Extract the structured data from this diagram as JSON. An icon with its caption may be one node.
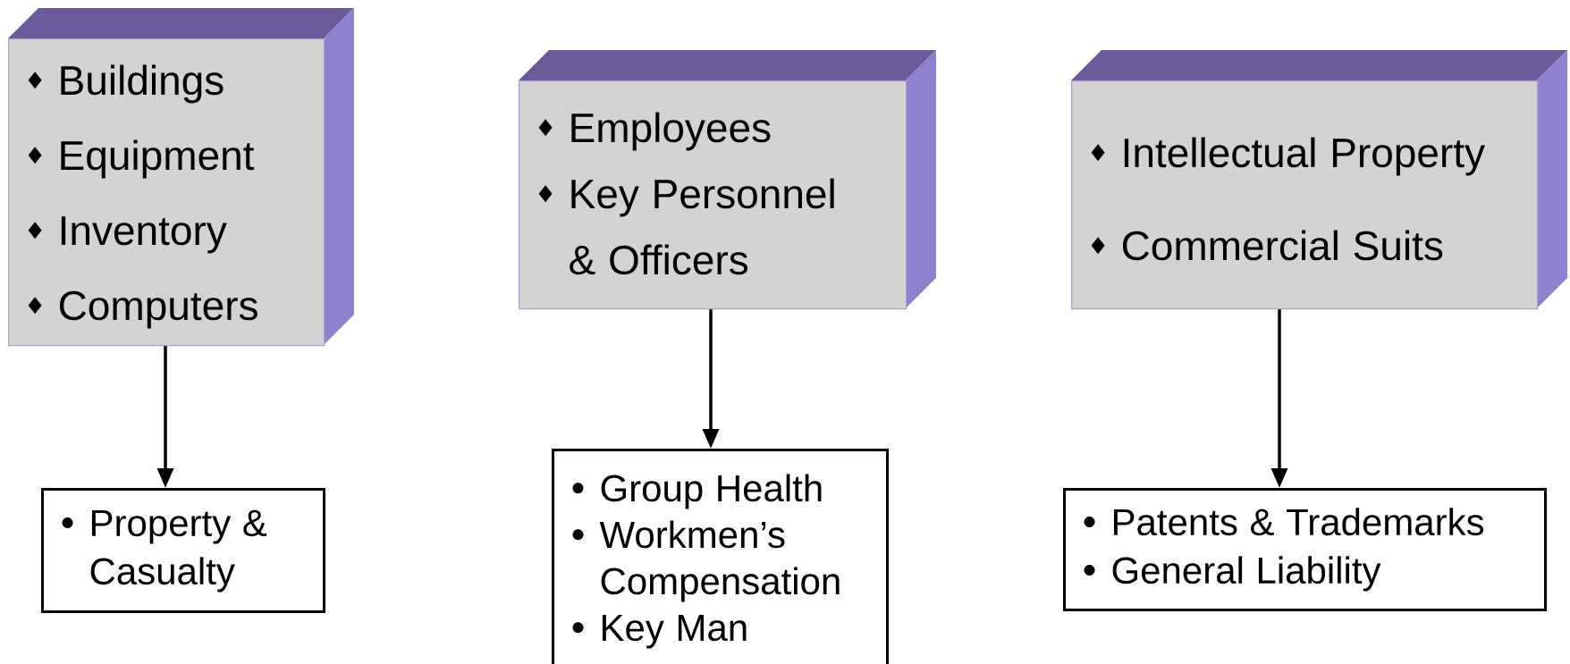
{
  "diagram": {
    "nodes": [
      {
        "text": [
          "Buildings",
          "Equipment",
          "Inventory",
          "Computers"
        ]
      },
      {
        "text": [
          "Employees",
          "Key Personnel & Officers"
        ]
      },
      {
        "text": [
          "Intellectual Property",
          "Commercial Suits"
        ]
      },
      {
        "text": [
          "Property & Casualty"
        ]
      },
      {
        "text": [
          "Group Health",
          "Workmen’s Compensation",
          "Key Man"
        ]
      },
      {
        "text": [
          "Patents & Trademarks",
          "General Liability"
        ]
      }
    ],
    "edges": [
      {
        "from": 0,
        "to": 3,
        "arrow": "to"
      },
      {
        "from": 1,
        "to": 4,
        "arrow": "to"
      },
      {
        "from": 2,
        "to": 5,
        "arrow": "to"
      }
    ]
  }
}
